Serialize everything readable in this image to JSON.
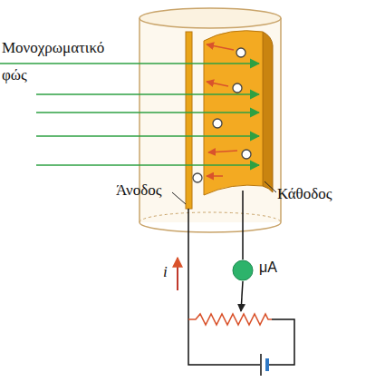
{
  "diagram": {
    "nodes": [
      {
        "text": [
          "μΑ"
        ]
      }
    ],
    "edges": [],
    "labels": [
      "Μονοχρωματικό φώς",
      "Άνοδος",
      "Κάθοδος",
      "i"
    ]
  }
}
